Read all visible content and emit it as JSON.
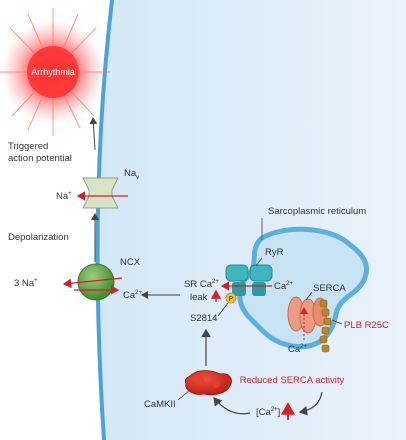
{
  "labels": {
    "arrhythmia": "Arrhythmia",
    "triggered_line1": "Triggered",
    "triggered_line2": "action potential",
    "nav_main": "Na",
    "nav_sub": "v",
    "na_in_main": "Na",
    "na_in_sup": "+",
    "depolarization": "Depolarization",
    "three_na_main": "3 Na",
    "three_na_sup": "+",
    "ncx": "NCX",
    "ncx_ca_main": "Ca",
    "ncx_ca_sup": "2+",
    "sr": "Sarcoplasmic reticulum",
    "ryr": "RyR",
    "ryr_ca_main": "Ca",
    "ryr_ca_sup": "2+",
    "sr_leak_line1_main": "SR Ca",
    "sr_leak_line1_sup": "2+",
    "sr_leak_line2": "leak",
    "p_badge": "P",
    "s2814": "S2814",
    "serca": "SERCA",
    "plb": "PLB R25C",
    "serca_ca_main": "Ca",
    "serca_ca_sup": "2+",
    "reduced_serca": "Reduced SERCA activity",
    "camkii": "CaMKII",
    "ca_conc_open": "[Ca",
    "ca_conc_sup": "2+",
    "ca_conc_close": "]"
  },
  "colors": {
    "accent_red": "#d61f26",
    "membrane_blue": "#4aa3dc",
    "cytosol_blue": "#d9eaf7",
    "sr_fill": "#c6e2f3",
    "ncx_green": "#4e9a3a",
    "ryr_teal": "#3fb6bf",
    "serca_salmon": "#ec9b80",
    "plb_gold": "#b8862e",
    "camkii_red": "#d42a1e"
  }
}
